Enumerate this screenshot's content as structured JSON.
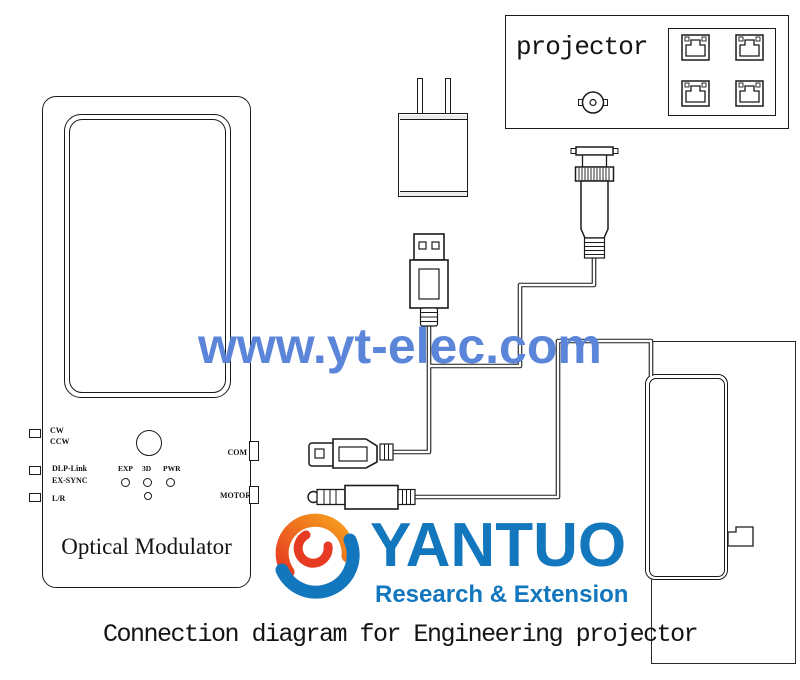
{
  "watermark": {
    "text": "www.yt-elec.com",
    "color": "#5b85d9"
  },
  "caption": {
    "text": "Connection diagram for Engineering projector"
  },
  "projector": {
    "label": "projector"
  },
  "modulator": {
    "label": "Optical Modulator",
    "left_labels": [
      "CW",
      "CCW",
      "DLP-Link",
      "EX-SYNC",
      "L/R"
    ],
    "led_labels": [
      "EXP",
      "3D",
      "PWR"
    ],
    "right_labels": [
      "COM",
      "MOTOR"
    ]
  },
  "logo": {
    "name": "YANTUO",
    "tagline": "Research & Extension",
    "blue": "#1377be",
    "orange": "#f6a21c",
    "red": "#e63a22"
  }
}
